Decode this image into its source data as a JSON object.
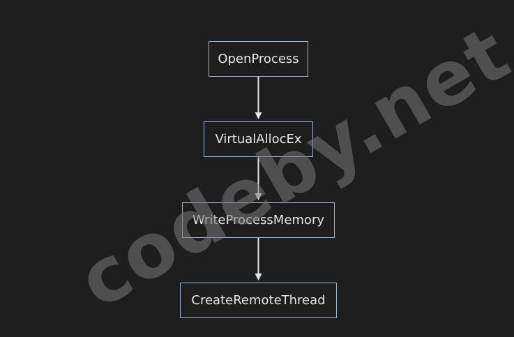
{
  "diagram": {
    "nodes": [
      {
        "id": "n1",
        "label": "OpenProcess"
      },
      {
        "id": "n2",
        "label": "VirtualAllocEx"
      },
      {
        "id": "n3",
        "label": "WriteProcessMemory"
      },
      {
        "id": "n4",
        "label": "CreateRemoteThread"
      }
    ],
    "edges": [
      {
        "from": "OpenProcess",
        "to": "VirtualAllocEx"
      },
      {
        "from": "VirtualAllocEx",
        "to": "WriteProcessMemory"
      },
      {
        "from": "WriteProcessMemory",
        "to": "CreateRemoteThread"
      }
    ],
    "colors": {
      "background": "#1e1e1e",
      "node_border": "#9fb4cf",
      "node_text": "#e6e6e6",
      "edge": "#e6e6e6"
    }
  },
  "watermark": {
    "text": "codeby.net"
  }
}
